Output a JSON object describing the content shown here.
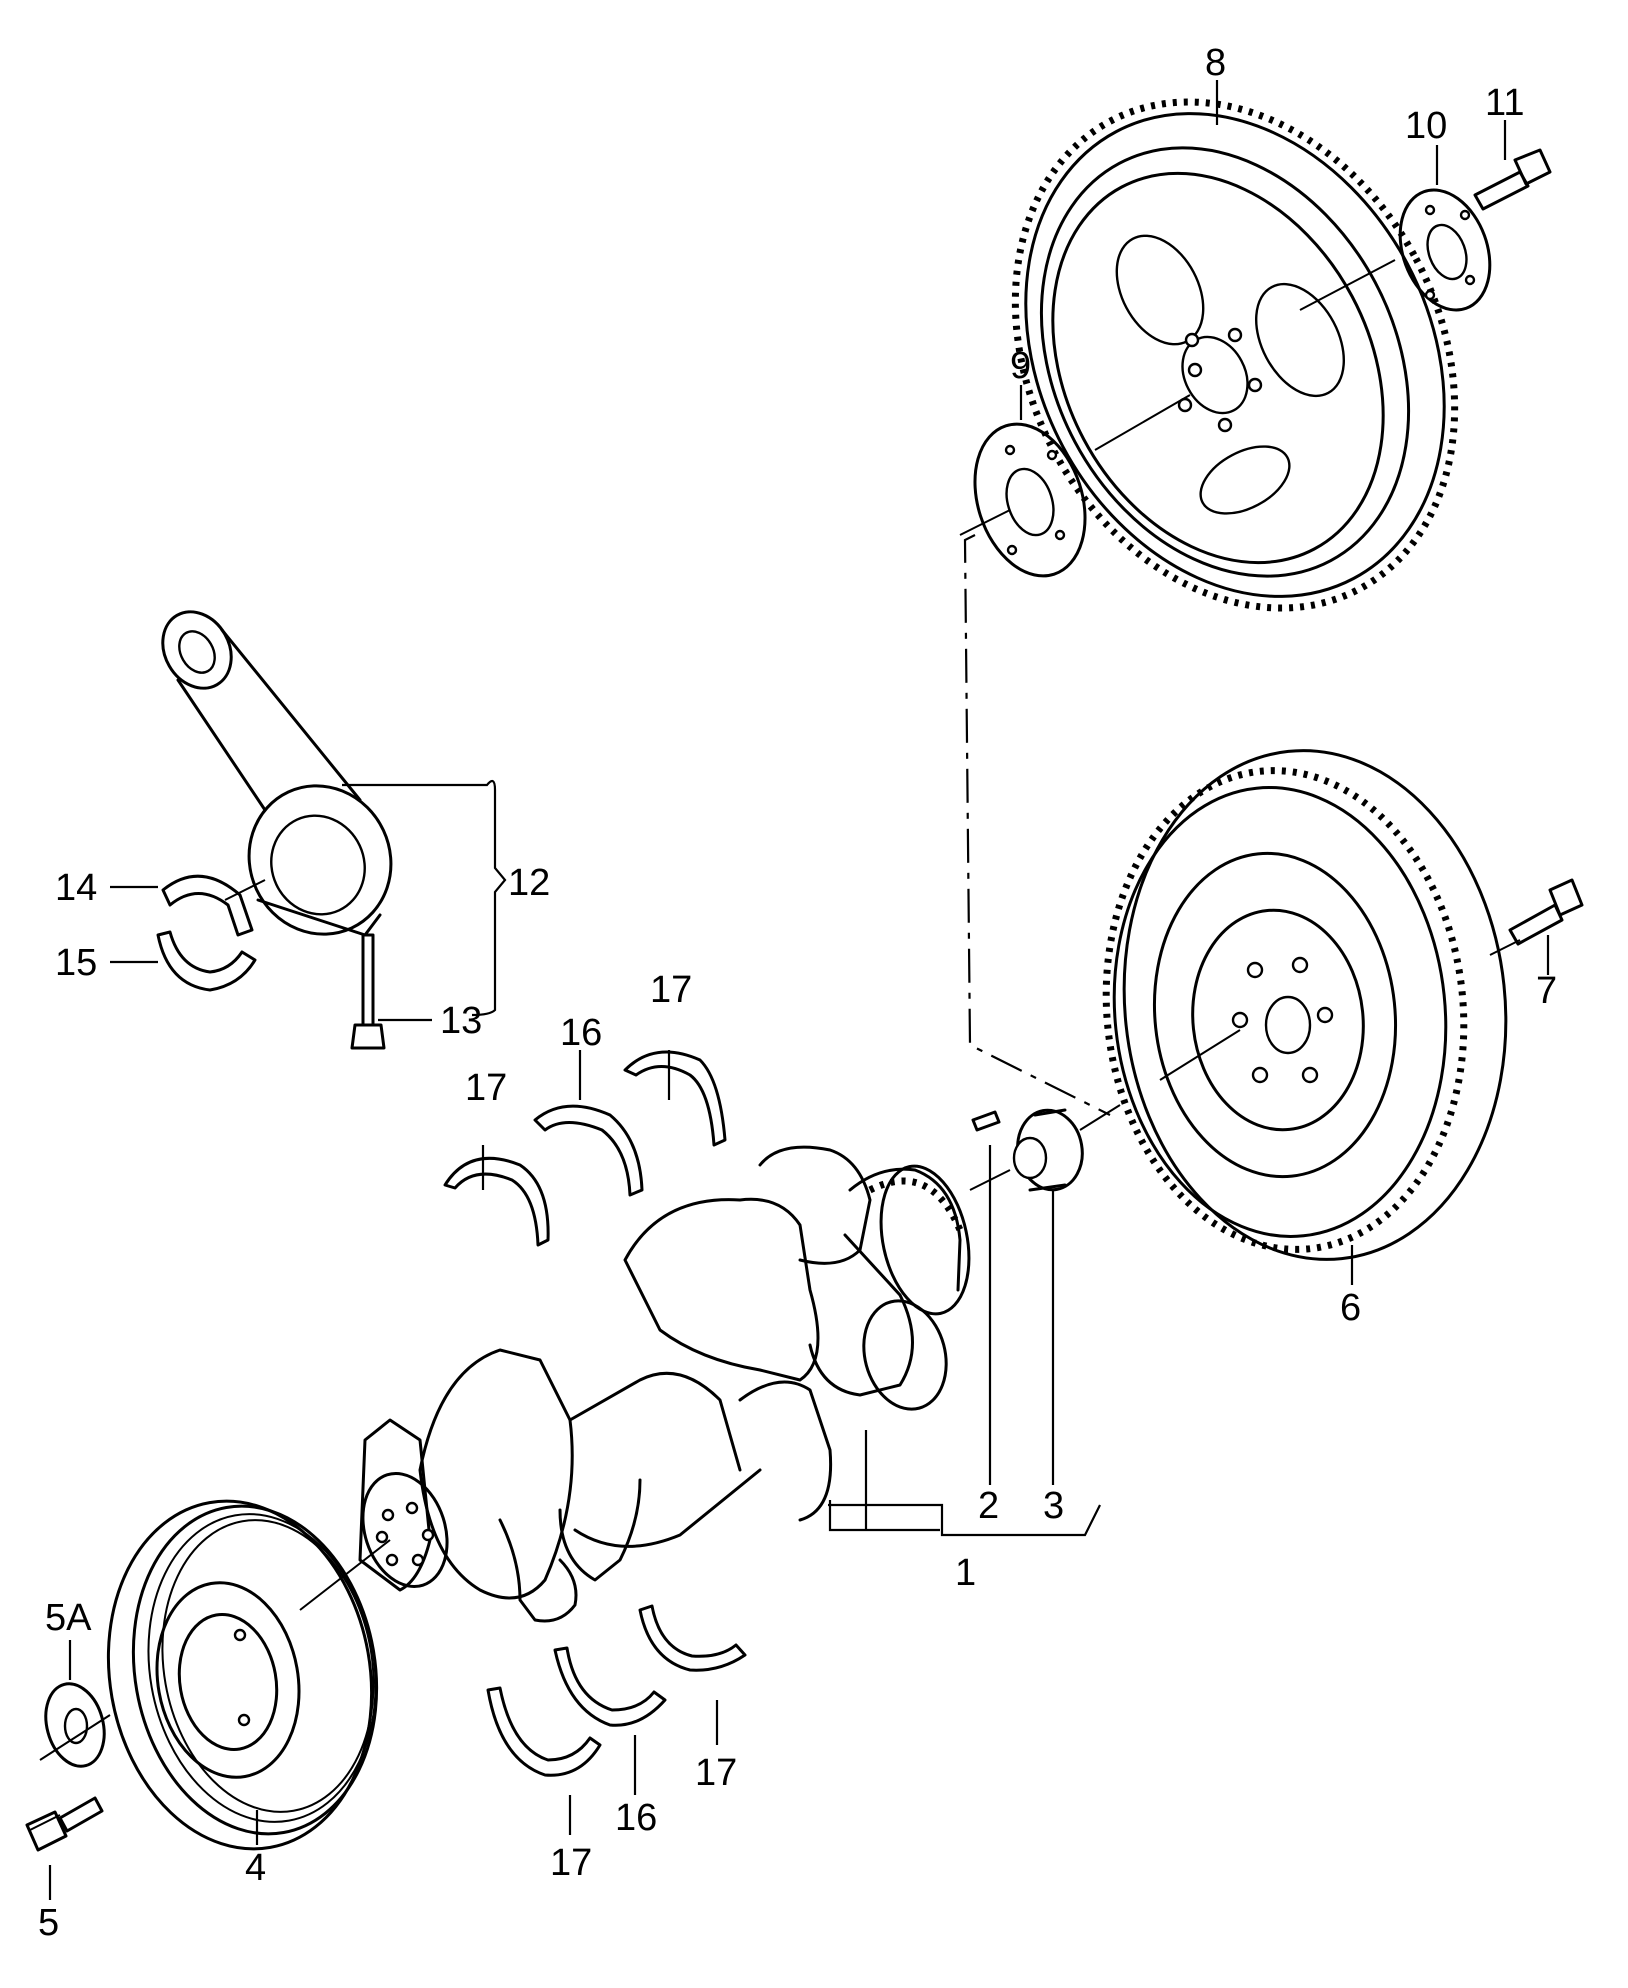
{
  "callouts": {
    "c1": "1",
    "c2": "2",
    "c3": "3",
    "c4": "4",
    "c5": "5",
    "c5a": "5A",
    "c6": "6",
    "c7": "7",
    "c8": "8",
    "c9": "9",
    "c10": "10",
    "c11": "11",
    "c12": "12",
    "c13": "13",
    "c14": "14",
    "c15": "15",
    "c16a": "16",
    "c16b": "16",
    "c17a": "17",
    "c17b": "17",
    "c17c": "17",
    "c17d": "17"
  }
}
